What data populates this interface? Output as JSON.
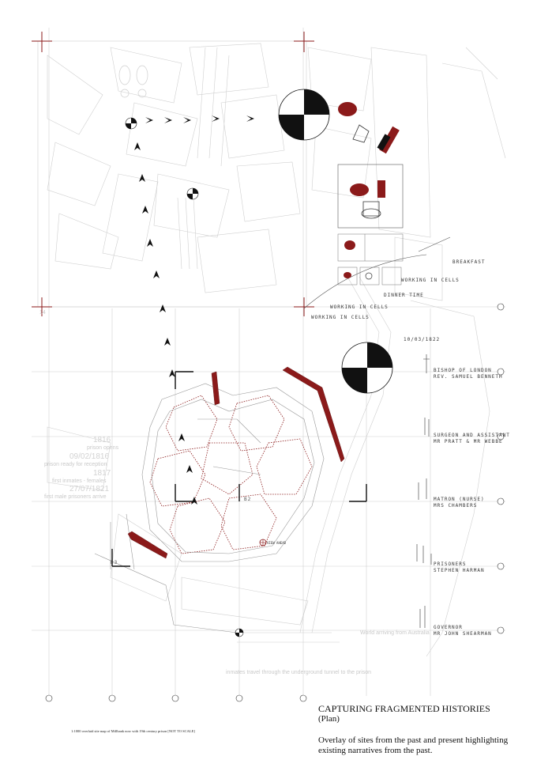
{
  "title": "CAPTURING FRAGMENTED HISTORIES",
  "subtitle": "(Plan)",
  "description": "Overlay of sites from the past and present highlighting existing narratives from the past.",
  "caption": "1:1000 overlaid site map of Millbank now with 19th century prison [NOT TO SCALE]",
  "grid_labels": {
    "left_mid": "14",
    "lower_left": "B3",
    "center": "B2"
  },
  "timeline": {
    "events": [
      "BREAKFAST",
      "WORKING IN CELLS",
      "DINNER TIME",
      "WORKING IN CELLS"
    ],
    "date": "10/03/1822"
  },
  "people": [
    {
      "role": "BISHOP OF LONDON",
      "name": "REV. SAMUEL BENNETH"
    },
    {
      "role": "SURGEON AND ASSISTANT",
      "name": "MR PRATT & MR WEBBE"
    },
    {
      "role": "MATRON (NURSE)",
      "name": "MRS CHAMBERS"
    },
    {
      "role": "PRISONERS",
      "name": "STEPHEN HARMAN"
    },
    {
      "role": "GOVERNOR",
      "name": "MR JOHN SHEARMAN"
    }
  ],
  "history_notes": [
    {
      "year": "1816",
      "text": "prison opens"
    },
    {
      "year": "09/02/1816",
      "text": "prison ready for reception"
    },
    {
      "year": "1817",
      "text": "first inmates - females"
    },
    {
      "year": "27/07/1821",
      "text": "first male prisoners arrive"
    }
  ],
  "map_annotations": {
    "tunnel": "inmates travel through the underground tunnel to the prison",
    "ships": "World arriving from Australia",
    "view": "VIEW AHEAD"
  },
  "colors": {
    "accent": "#8b1a1a",
    "line": "#bdbdbd",
    "ink": "#111111"
  }
}
